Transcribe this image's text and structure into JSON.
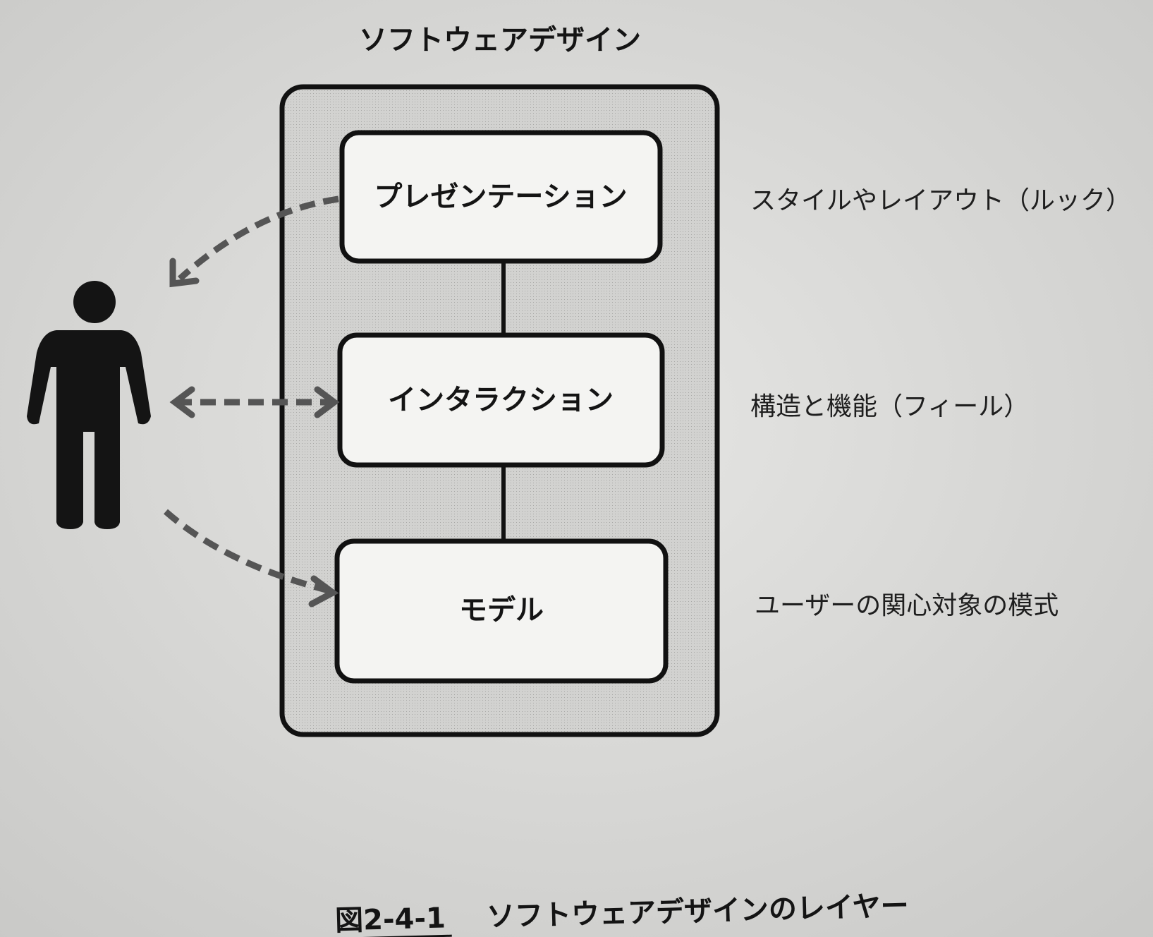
{
  "diagram": {
    "title": "ソフトウェアデザイン",
    "layers": [
      {
        "label": "プレゼンテーション",
        "description": "スタイルやレイアウト（ルック）"
      },
      {
        "label": "インタラクション",
        "description": "構造と機能（フィール）"
      },
      {
        "label": "モデル",
        "description": "ユーザーの関心対象の模式"
      }
    ],
    "caption": {
      "number": "図2-4-1",
      "text": "ソフトウェアデザインのレイヤー"
    }
  }
}
